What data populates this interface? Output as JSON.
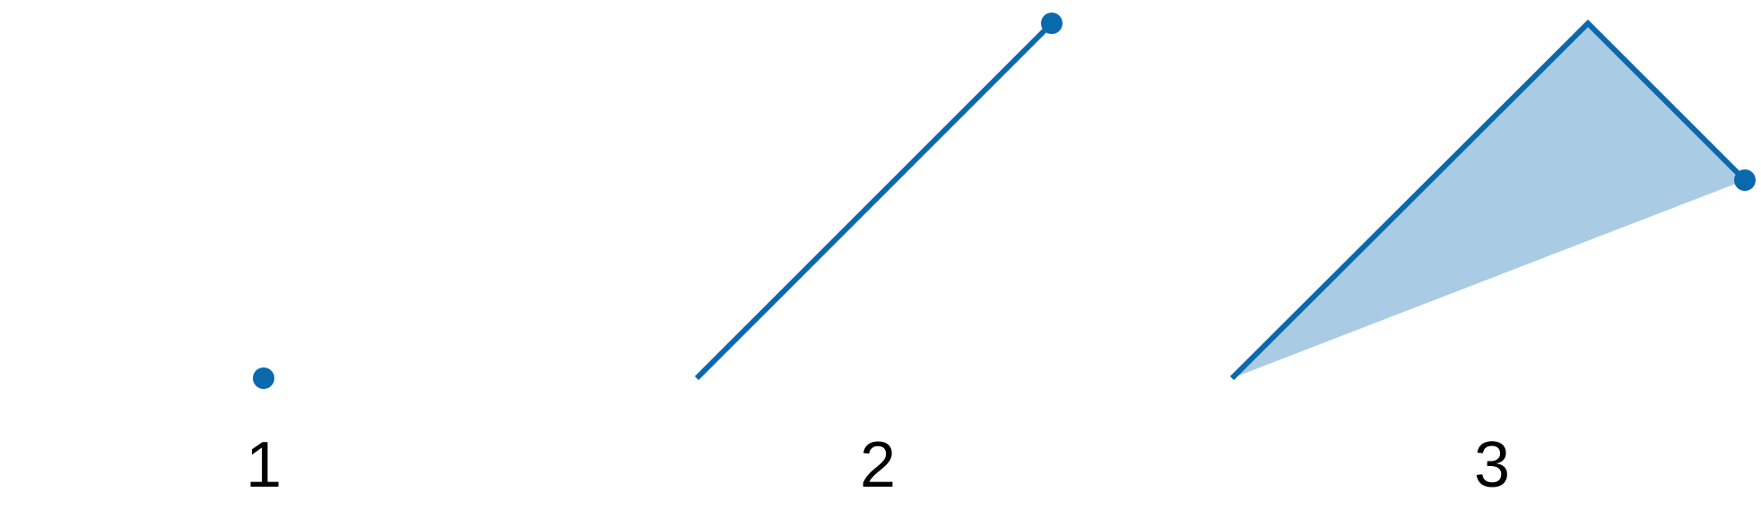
{
  "colors": {
    "stroke": "#0a68ad",
    "fill": "#a9cce4",
    "point": "#0a68ad",
    "label": "#000000",
    "background": "#ffffff"
  },
  "steps": [
    {
      "label": "1"
    },
    {
      "label": "2"
    },
    {
      "label": "3"
    }
  ]
}
